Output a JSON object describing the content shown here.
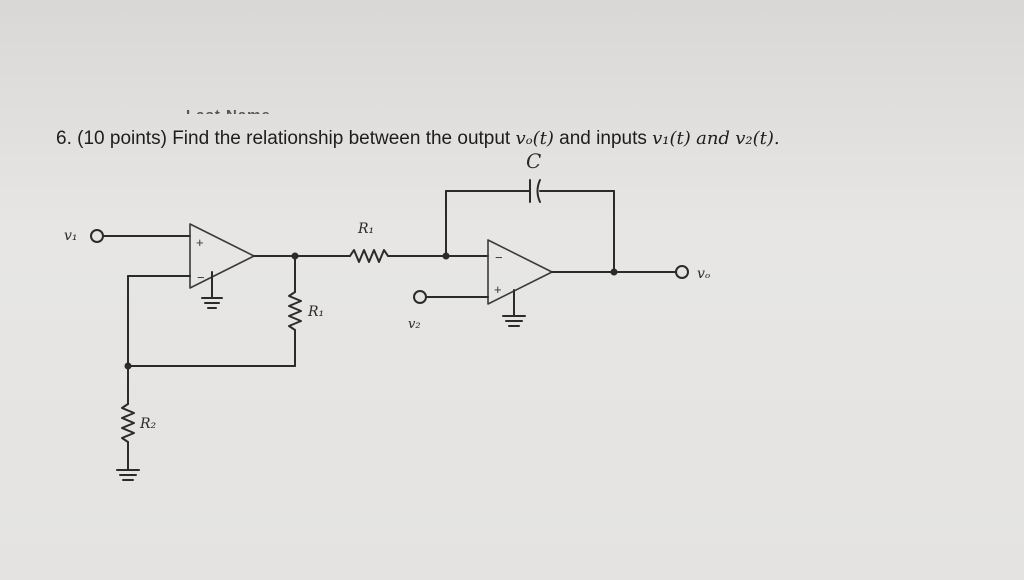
{
  "header": {
    "partial_label": "Last Name"
  },
  "question": {
    "number": "6.",
    "points": "(10 points)",
    "text": "Find the relationship between the output",
    "output_symbol": "vₒ(t)",
    "and_inputs": "and inputs",
    "input1_symbol": "v₁(t)",
    "and_word": "and",
    "input2_symbol": "v₂(t)."
  },
  "circuit": {
    "labels": {
      "capacitor": "C",
      "resistor_series": "R₁",
      "resistor_shunt": "R₁",
      "resistor_bottom": "R₂",
      "input1": "v₁",
      "input2": "v₂",
      "output": "vₒ"
    },
    "opamp1": {
      "plus": "+",
      "minus": "−"
    },
    "opamp2": {
      "plus": "+",
      "minus": "−"
    }
  },
  "colors": {
    "wire": "#2b2b2b",
    "opamp": "#3a3a3a"
  }
}
